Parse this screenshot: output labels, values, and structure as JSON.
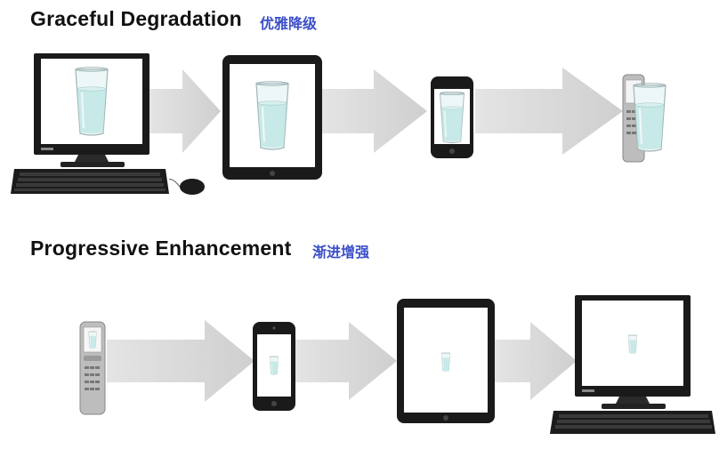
{
  "sections": [
    {
      "title": "Graceful Degradation",
      "subtitle": "优雅降级",
      "devices": [
        "desktop",
        "tablet",
        "smartphone",
        "flip-phone"
      ]
    },
    {
      "title": "Progressive Enhancement",
      "subtitle": "渐进增强",
      "devices": [
        "flip-phone",
        "smartphone",
        "tablet",
        "desktop"
      ]
    }
  ],
  "colors": {
    "arrow": "#d8d8d8",
    "device": "#1a1a1a",
    "subtitle": "#3a4fc8",
    "water": "#bfe6e4"
  }
}
